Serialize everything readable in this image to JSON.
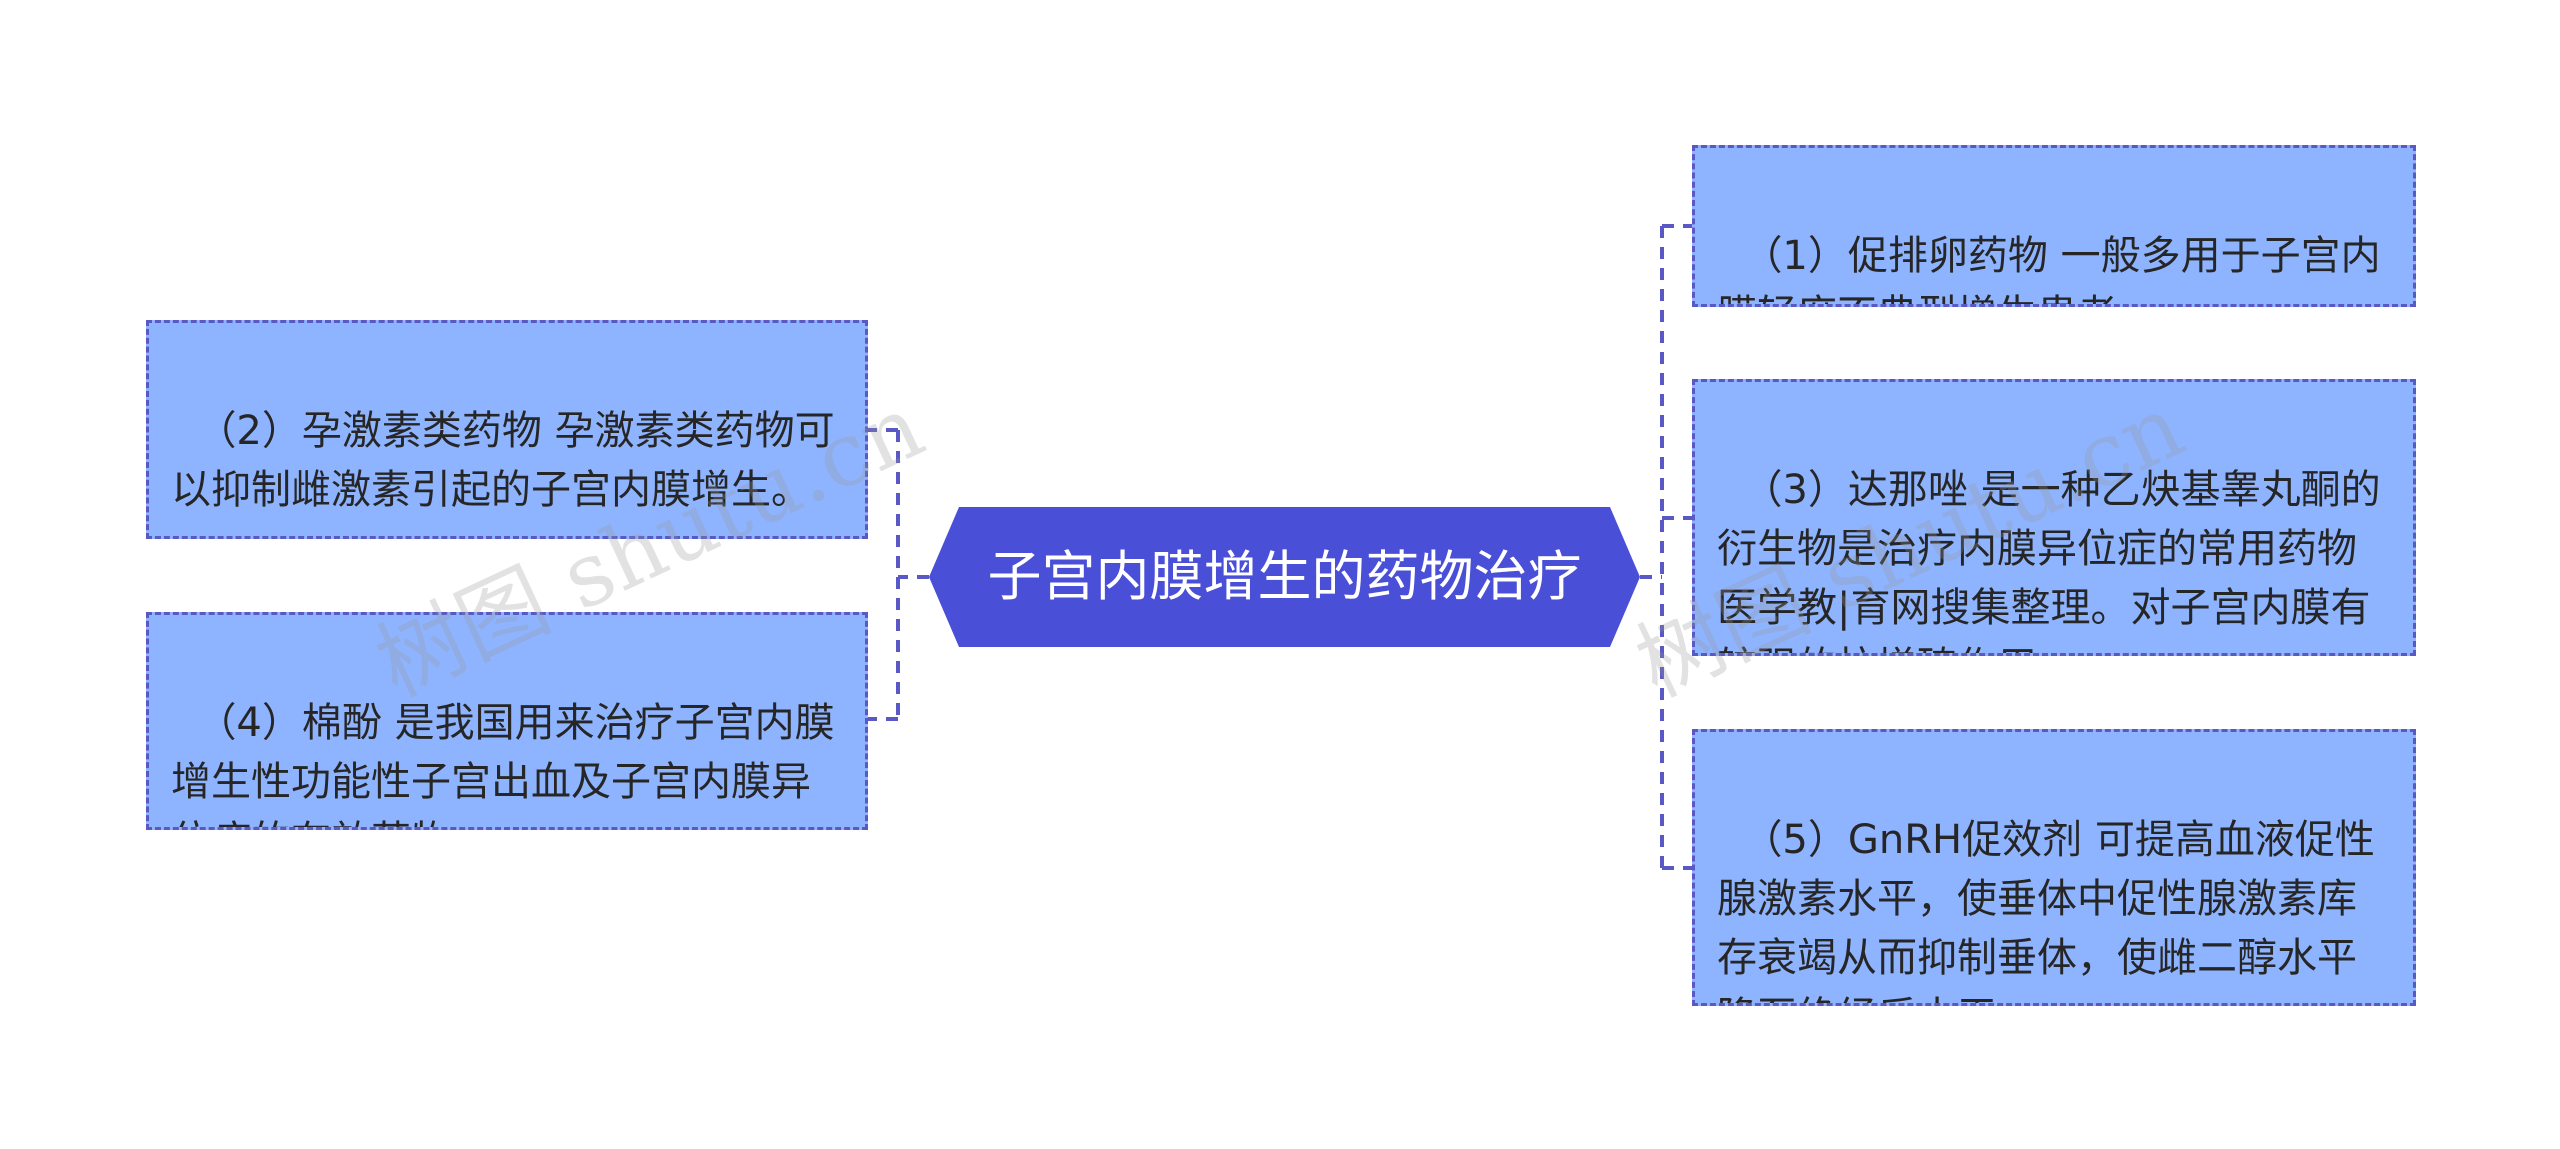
{
  "center": {
    "label": "子宫内膜增生的药物治疗"
  },
  "left_branches": [
    {
      "text": "（2）孕激素类药物 孕激素类药物可以抑制雌激素引起的子宫内膜增生。"
    },
    {
      "text": "（4）棉酚 是我国用来治疗子宫内膜增生性功能性子宫出血及子宫内膜异位症的有效药物。"
    }
  ],
  "right_branches": [
    {
      "text": "（1）促排卵药物 一般多用于子宫内膜轻度不典型增生患者。"
    },
    {
      "text": "（3）达那唑 是一种乙炔基睾丸酮的衍生物是治疗内膜异位症的常用药物医学教|育网搜集整理。对子宫内膜有较强的抗增殖作用。"
    },
    {
      "text": "（5）GnRH促效剂 可提高血液促性腺激素水平，使垂体中促性腺激素库存衰竭从而抑制垂体，使雌二醇水平降至绝经后水平。"
    }
  ],
  "watermarks": [
    "树图 shutu.cn",
    "树图 shutu.cn"
  ],
  "colors": {
    "center_fill": "#4a4fd8",
    "branch_fill": "#8fb4ff",
    "connector": "#5a58c4",
    "center_text": "#ffffff",
    "branch_text": "#262626"
  }
}
